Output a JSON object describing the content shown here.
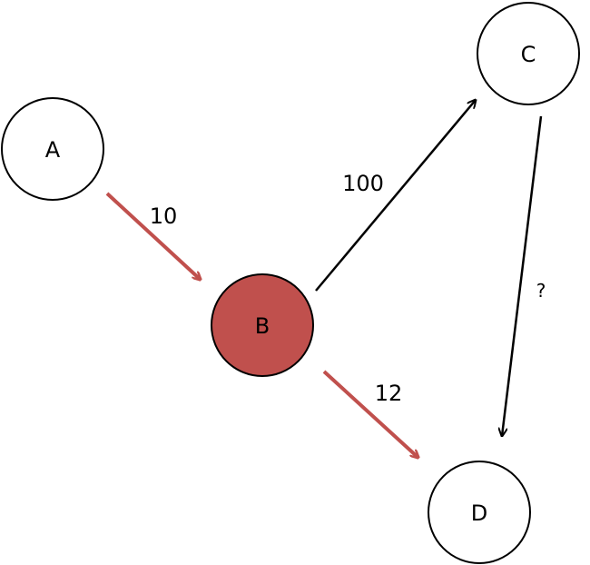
{
  "colors": {
    "highlight_fill": "#c0504d",
    "highlight_edge": "#c0504d",
    "default_fill": "#ffffff",
    "default_edge": "#000000"
  },
  "nodes": {
    "a": {
      "label": "A",
      "highlighted": false
    },
    "b": {
      "label": "B",
      "highlighted": true
    },
    "c": {
      "label": "C",
      "highlighted": false
    },
    "d": {
      "label": "D",
      "highlighted": false
    }
  },
  "edges": {
    "a_b": {
      "from": "A",
      "to": "B",
      "label": "10",
      "highlighted": true
    },
    "b_c": {
      "from": "B",
      "to": "C",
      "label": "100",
      "highlighted": false
    },
    "b_d": {
      "from": "B",
      "to": "D",
      "label": "12",
      "highlighted": true
    },
    "c_d": {
      "from": "C",
      "to": "D",
      "label": "?",
      "highlighted": false
    }
  }
}
